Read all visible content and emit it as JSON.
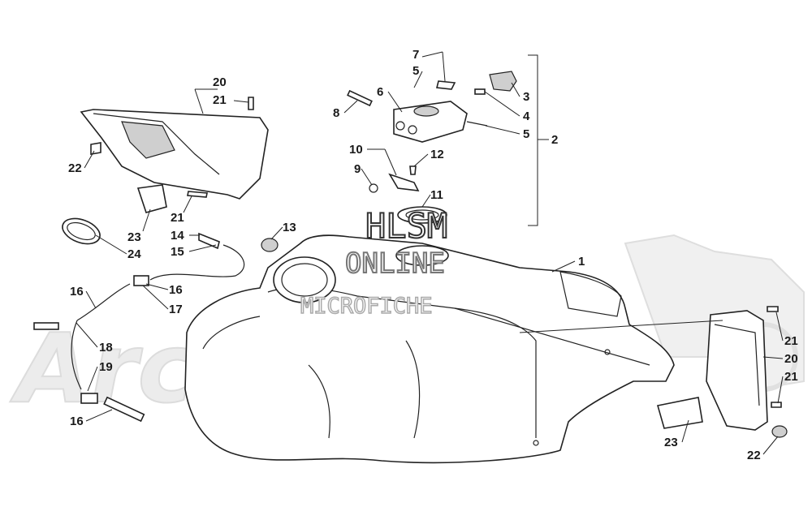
{
  "watermark": {
    "line1": "HLSM",
    "line2": "ONLINE",
    "line3": "MICROFICHE",
    "background_brand": "ArcticCat"
  },
  "callouts": [
    {
      "id": "c-20-top",
      "text": "20"
    },
    {
      "id": "c-21-top",
      "text": "21"
    },
    {
      "id": "c-22-left",
      "text": "22"
    },
    {
      "id": "c-21-left",
      "text": "21"
    },
    {
      "id": "c-23-left",
      "text": "23"
    },
    {
      "id": "c-24",
      "text": "24"
    },
    {
      "id": "c-7",
      "text": "7"
    },
    {
      "id": "c-5-top",
      "text": "5"
    },
    {
      "id": "c-6",
      "text": "6"
    },
    {
      "id": "c-8",
      "text": "8"
    },
    {
      "id": "c-3",
      "text": "3"
    },
    {
      "id": "c-4",
      "text": "4"
    },
    {
      "id": "c-5-mid",
      "text": "5"
    },
    {
      "id": "c-2",
      "text": "2"
    },
    {
      "id": "c-10",
      "text": "10"
    },
    {
      "id": "c-12",
      "text": "12"
    },
    {
      "id": "c-9",
      "text": "9"
    },
    {
      "id": "c-11",
      "text": "11"
    },
    {
      "id": "c-13",
      "text": "13"
    },
    {
      "id": "c-14",
      "text": "14"
    },
    {
      "id": "c-15",
      "text": "15"
    },
    {
      "id": "c-1",
      "text": "1"
    },
    {
      "id": "c-16-a",
      "text": "16"
    },
    {
      "id": "c-16-b",
      "text": "16"
    },
    {
      "id": "c-17",
      "text": "17"
    },
    {
      "id": "c-18",
      "text": "18"
    },
    {
      "id": "c-19",
      "text": "19"
    },
    {
      "id": "c-16-c",
      "text": "16"
    },
    {
      "id": "c-21-right-top",
      "text": "21"
    },
    {
      "id": "c-20-right",
      "text": "20"
    },
    {
      "id": "c-21-right-bot",
      "text": "21"
    },
    {
      "id": "c-23-right",
      "text": "23"
    },
    {
      "id": "c-22-right",
      "text": "22"
    }
  ]
}
